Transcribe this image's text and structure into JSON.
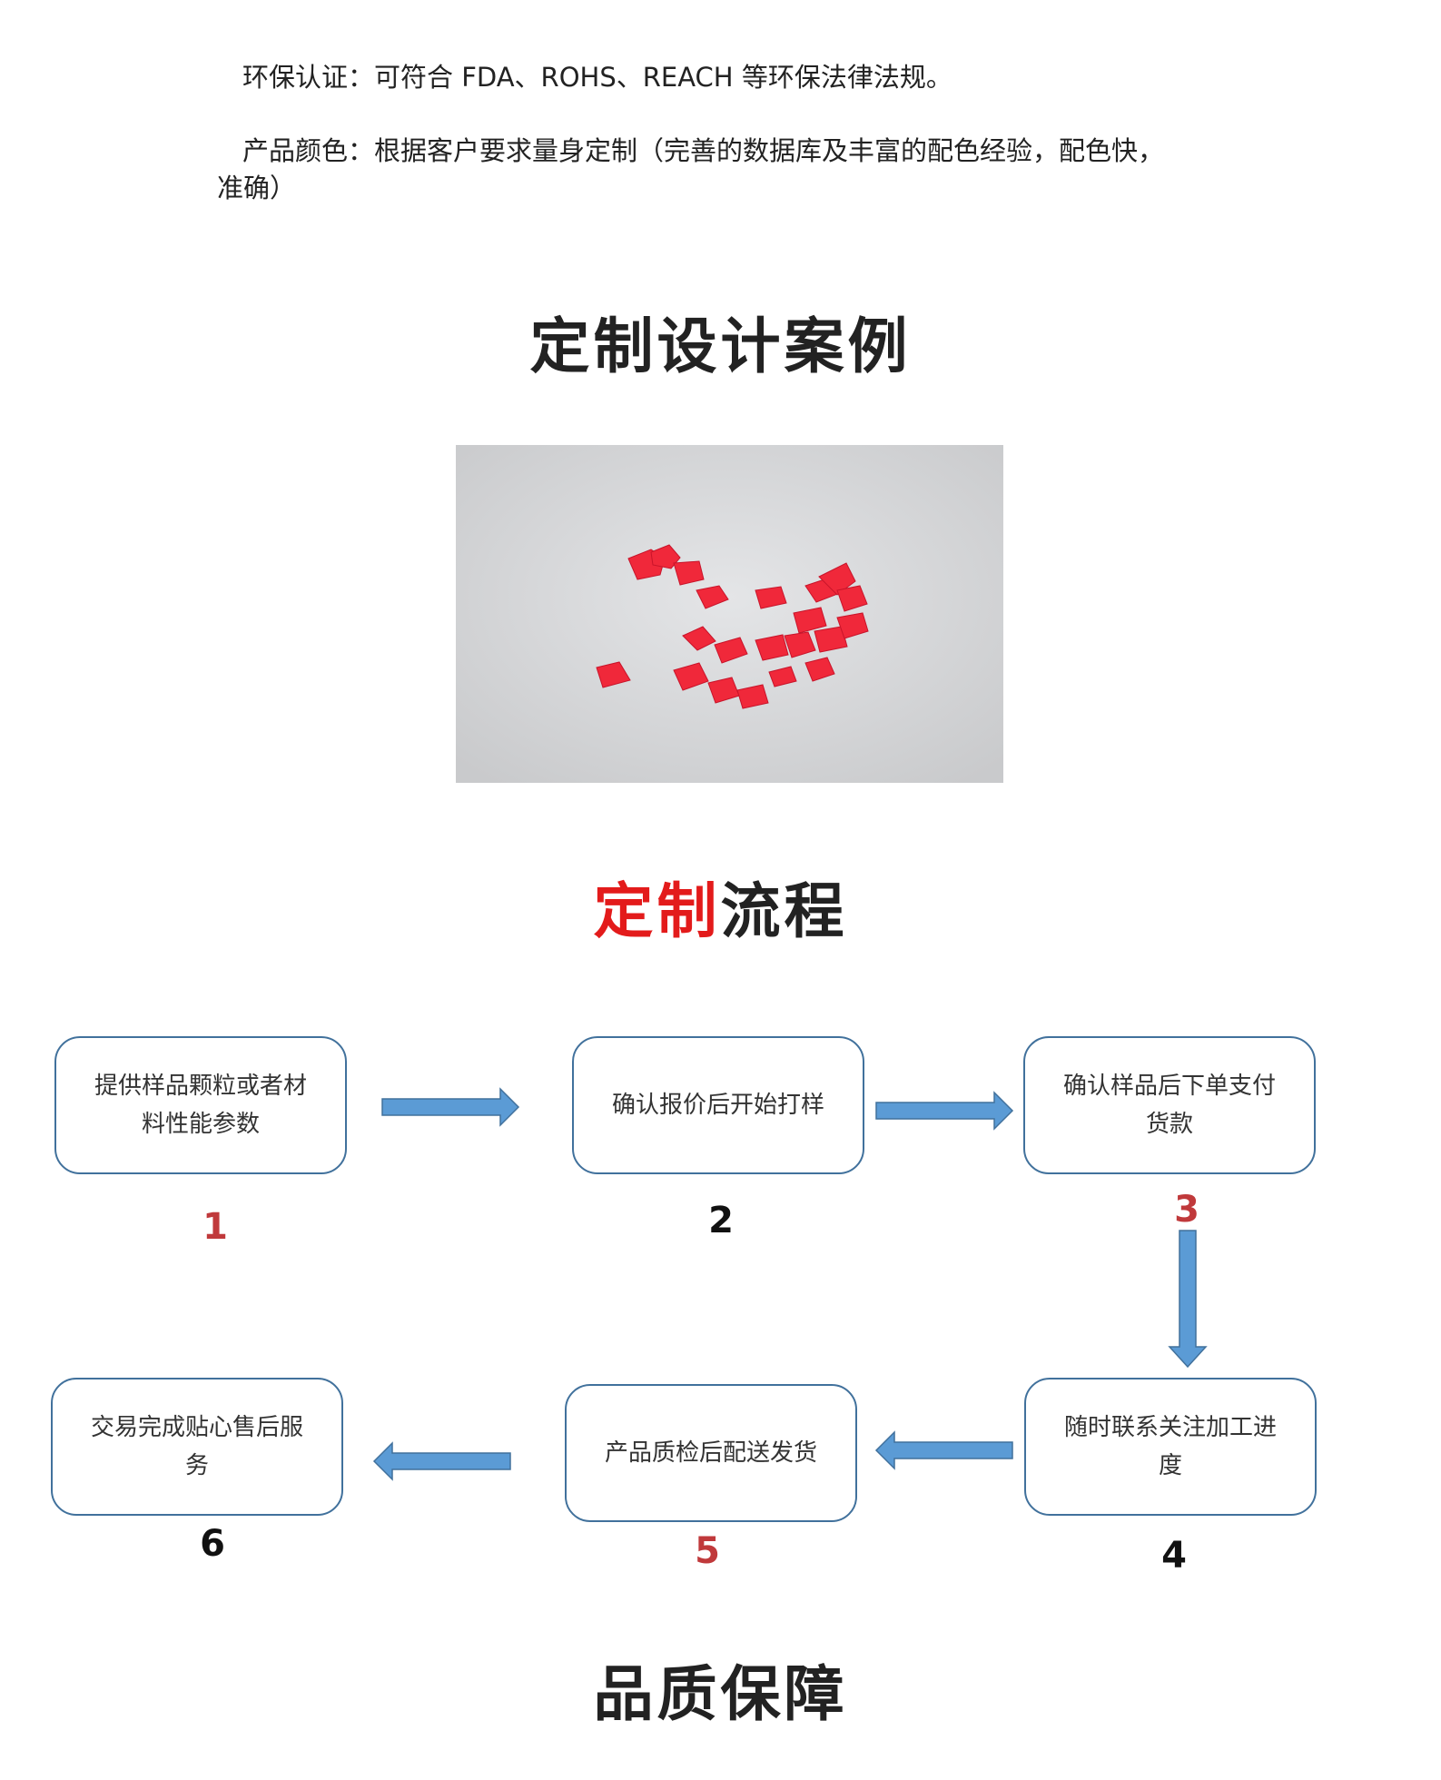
{
  "intro": {
    "certification": "环保认证：可符合 FDA、ROHS、REACH 等环保法律法规。",
    "color_line1": "产品颜色：根据客户要求量身定制（完善的数据库及丰富的配色经验，配色快，",
    "color_line2": "准确）"
  },
  "case_section": {
    "title": "定制设计案例"
  },
  "process_section": {
    "title_red": "定制",
    "title_black": "流程"
  },
  "steps": [
    {
      "number": "1",
      "text": "提供样品颗粒或者材料性能参数",
      "number_color": "#c0393b"
    },
    {
      "number": "2",
      "text": "确认报价后开始打样",
      "number_color": "#111111"
    },
    {
      "number": "3",
      "text": "确认样品后下单支付货款",
      "number_color": "#c0393b"
    },
    {
      "number": "4",
      "text": "随时联系关注加工进度",
      "number_color": "#111111"
    },
    {
      "number": "5",
      "text": "产品质检后配送发货",
      "number_color": "#c0393b"
    },
    {
      "number": "6",
      "text": "交易完成贴心售后服务",
      "number_color": "#111111"
    }
  ],
  "quality_section": {
    "title": "品质保障"
  },
  "colors": {
    "arrow": "#5b9bd5",
    "box_border": "#41719c",
    "accent_red": "#e31b1b"
  }
}
